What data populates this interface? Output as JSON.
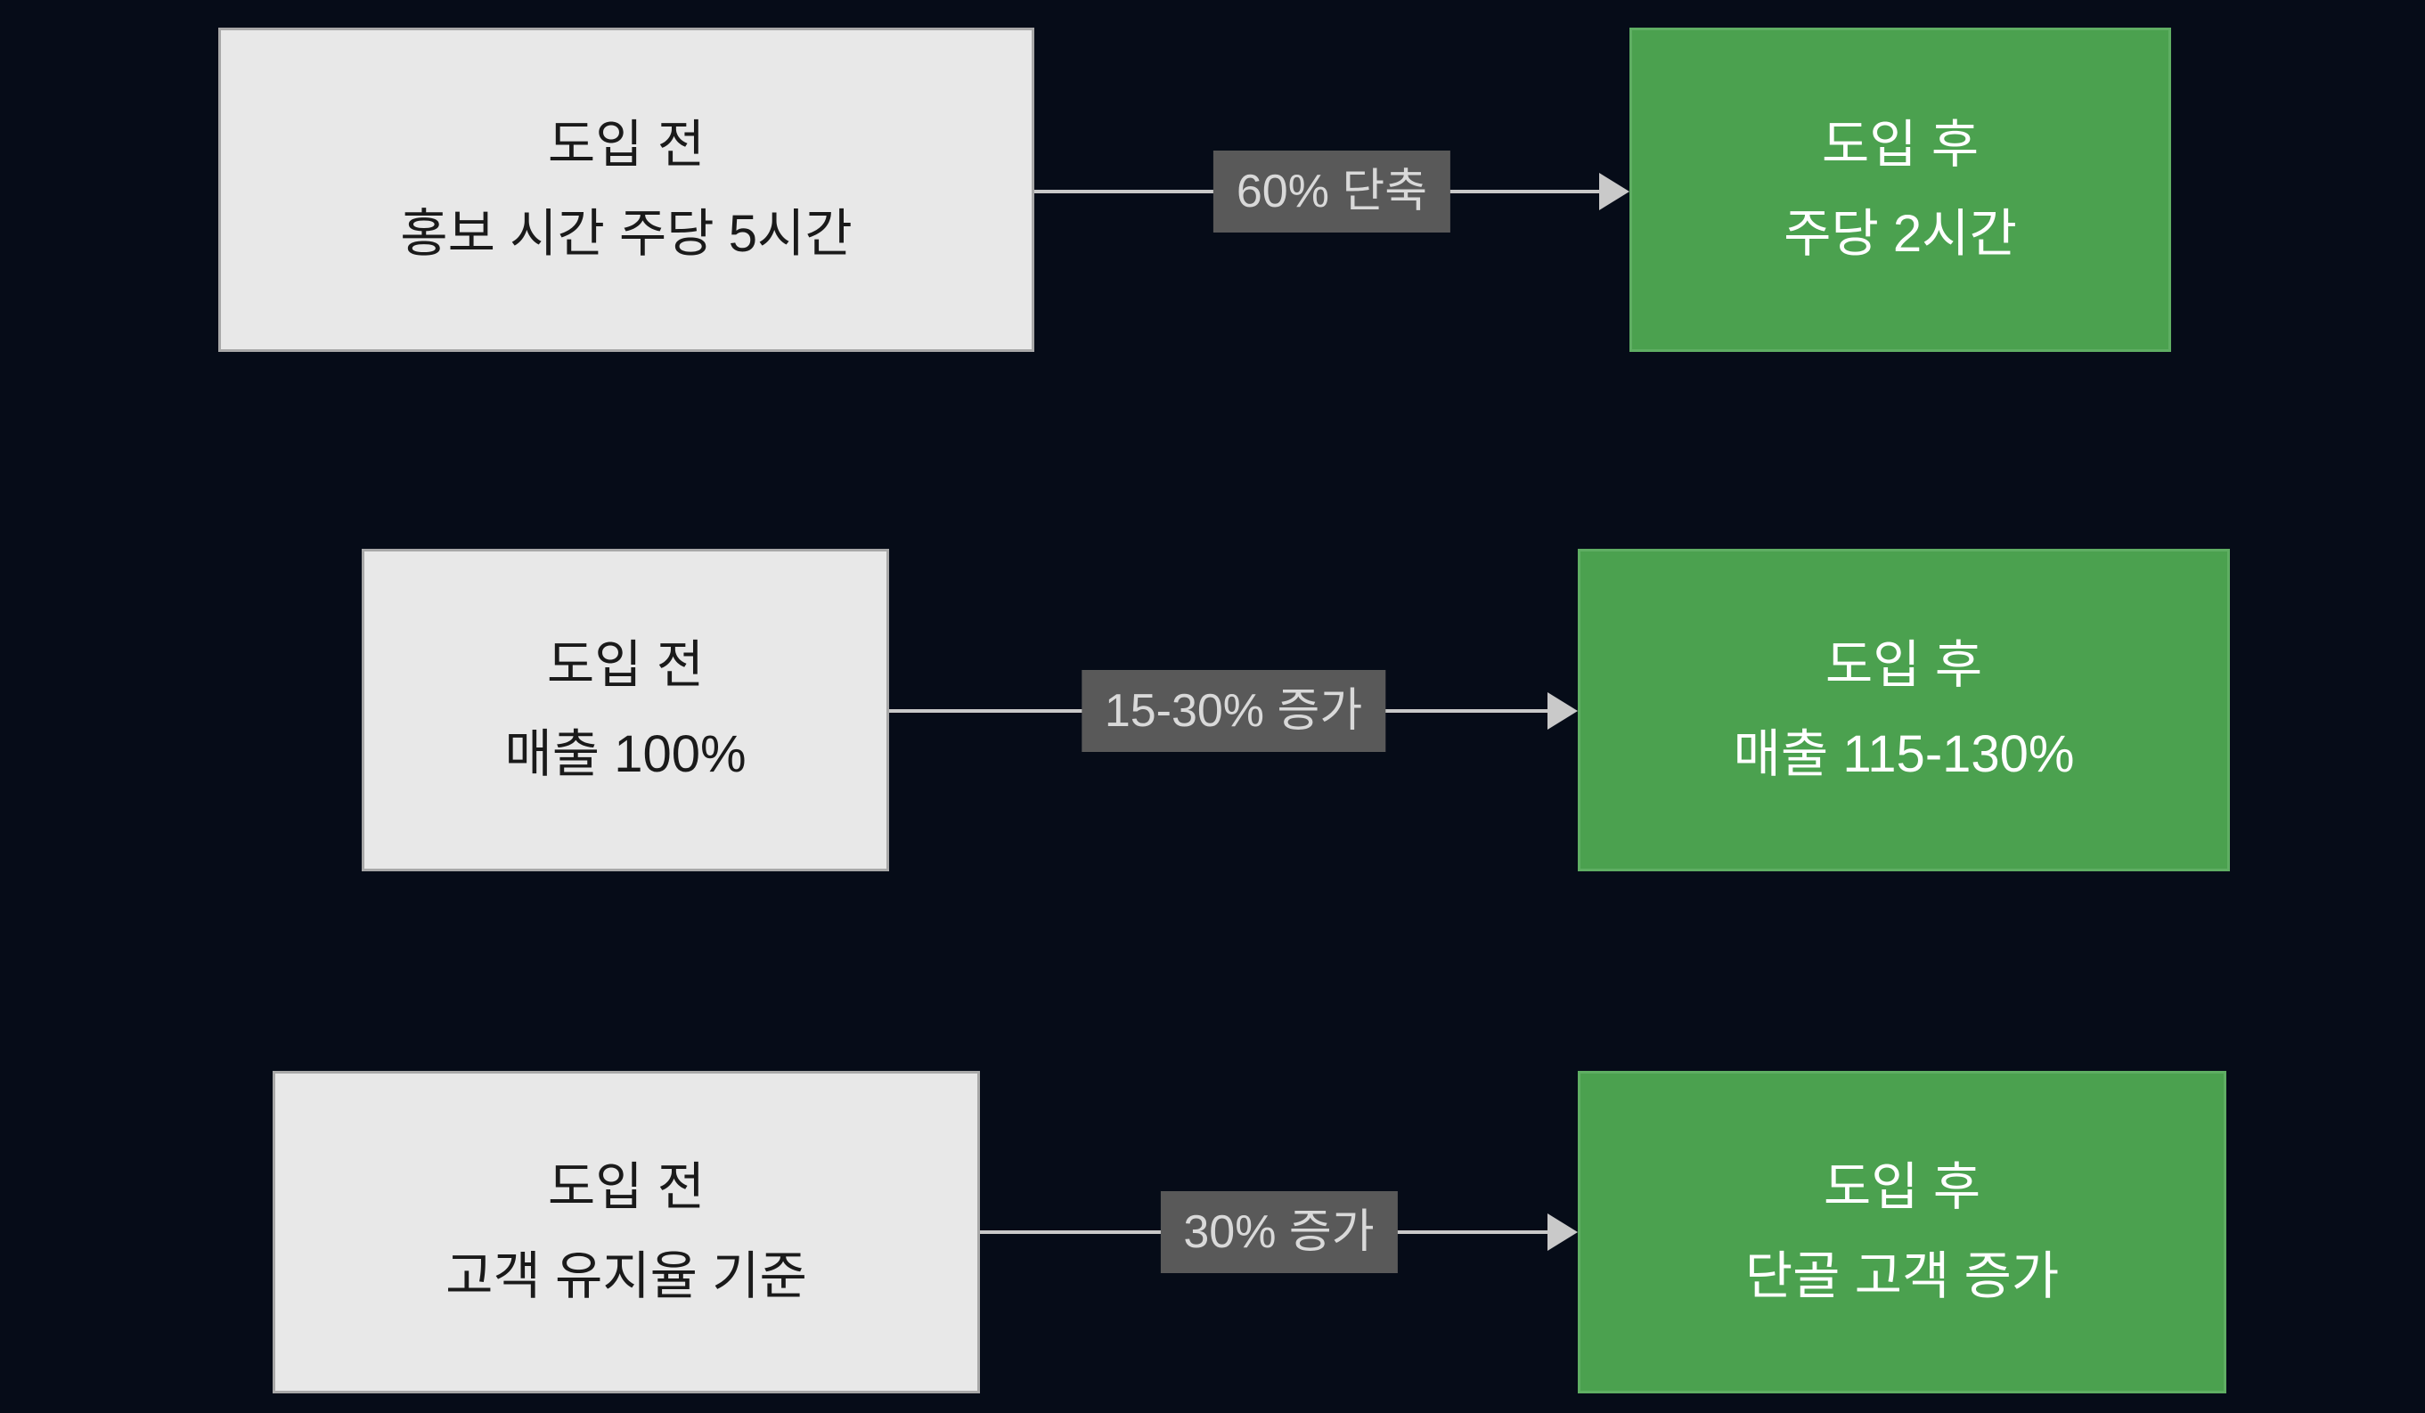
{
  "colors": {
    "background": "#060c18",
    "before_box_bg": "#e8e8e8",
    "before_box_border": "#a8a8a8",
    "before_text": "#1a1a1a",
    "after_box_bg": "#4ba14f",
    "after_box_border": "#5fae63",
    "after_text": "#ffffff",
    "arrow_line": "#c9c9c9",
    "badge_bg": "#595959",
    "badge_text": "#d9d9d9"
  },
  "rows": [
    {
      "before": {
        "lines": [
          "도입 전",
          "홍보 시간 주당 5시간"
        ]
      },
      "arrow_label": "60% 단축",
      "after": {
        "lines": [
          "도입 후",
          "주당 2시간"
        ]
      }
    },
    {
      "before": {
        "lines": [
          "도입 전",
          "매출 100%"
        ]
      },
      "arrow_label": "15-30% 증가",
      "after": {
        "lines": [
          "도입 후",
          "매출 115-130%"
        ]
      }
    },
    {
      "before": {
        "lines": [
          "도입 전",
          "고객 유지율 기준"
        ]
      },
      "arrow_label": "30% 증가",
      "after": {
        "lines": [
          "도입 후",
          "단골 고객 증가"
        ]
      }
    }
  ]
}
